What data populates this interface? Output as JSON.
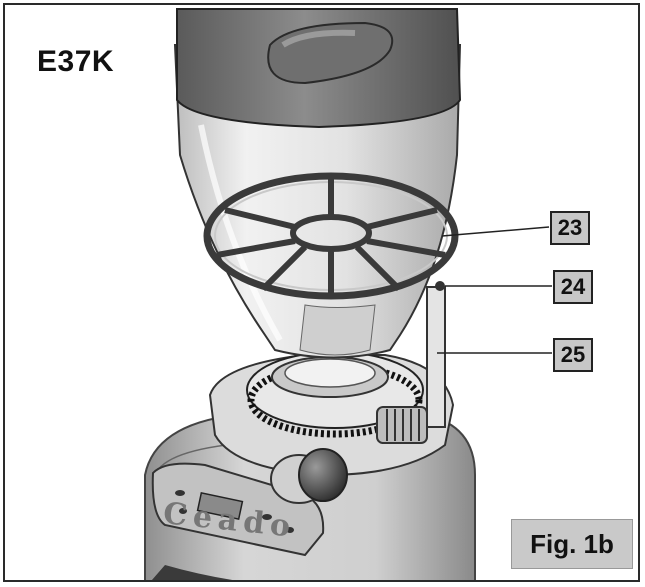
{
  "model_label": "E37K",
  "figure_label": "Fig. 1b",
  "brand_text": "Ceado",
  "callouts": [
    {
      "id": "23",
      "label": "23"
    },
    {
      "id": "24",
      "label": "24"
    },
    {
      "id": "25",
      "label": "25"
    }
  ]
}
